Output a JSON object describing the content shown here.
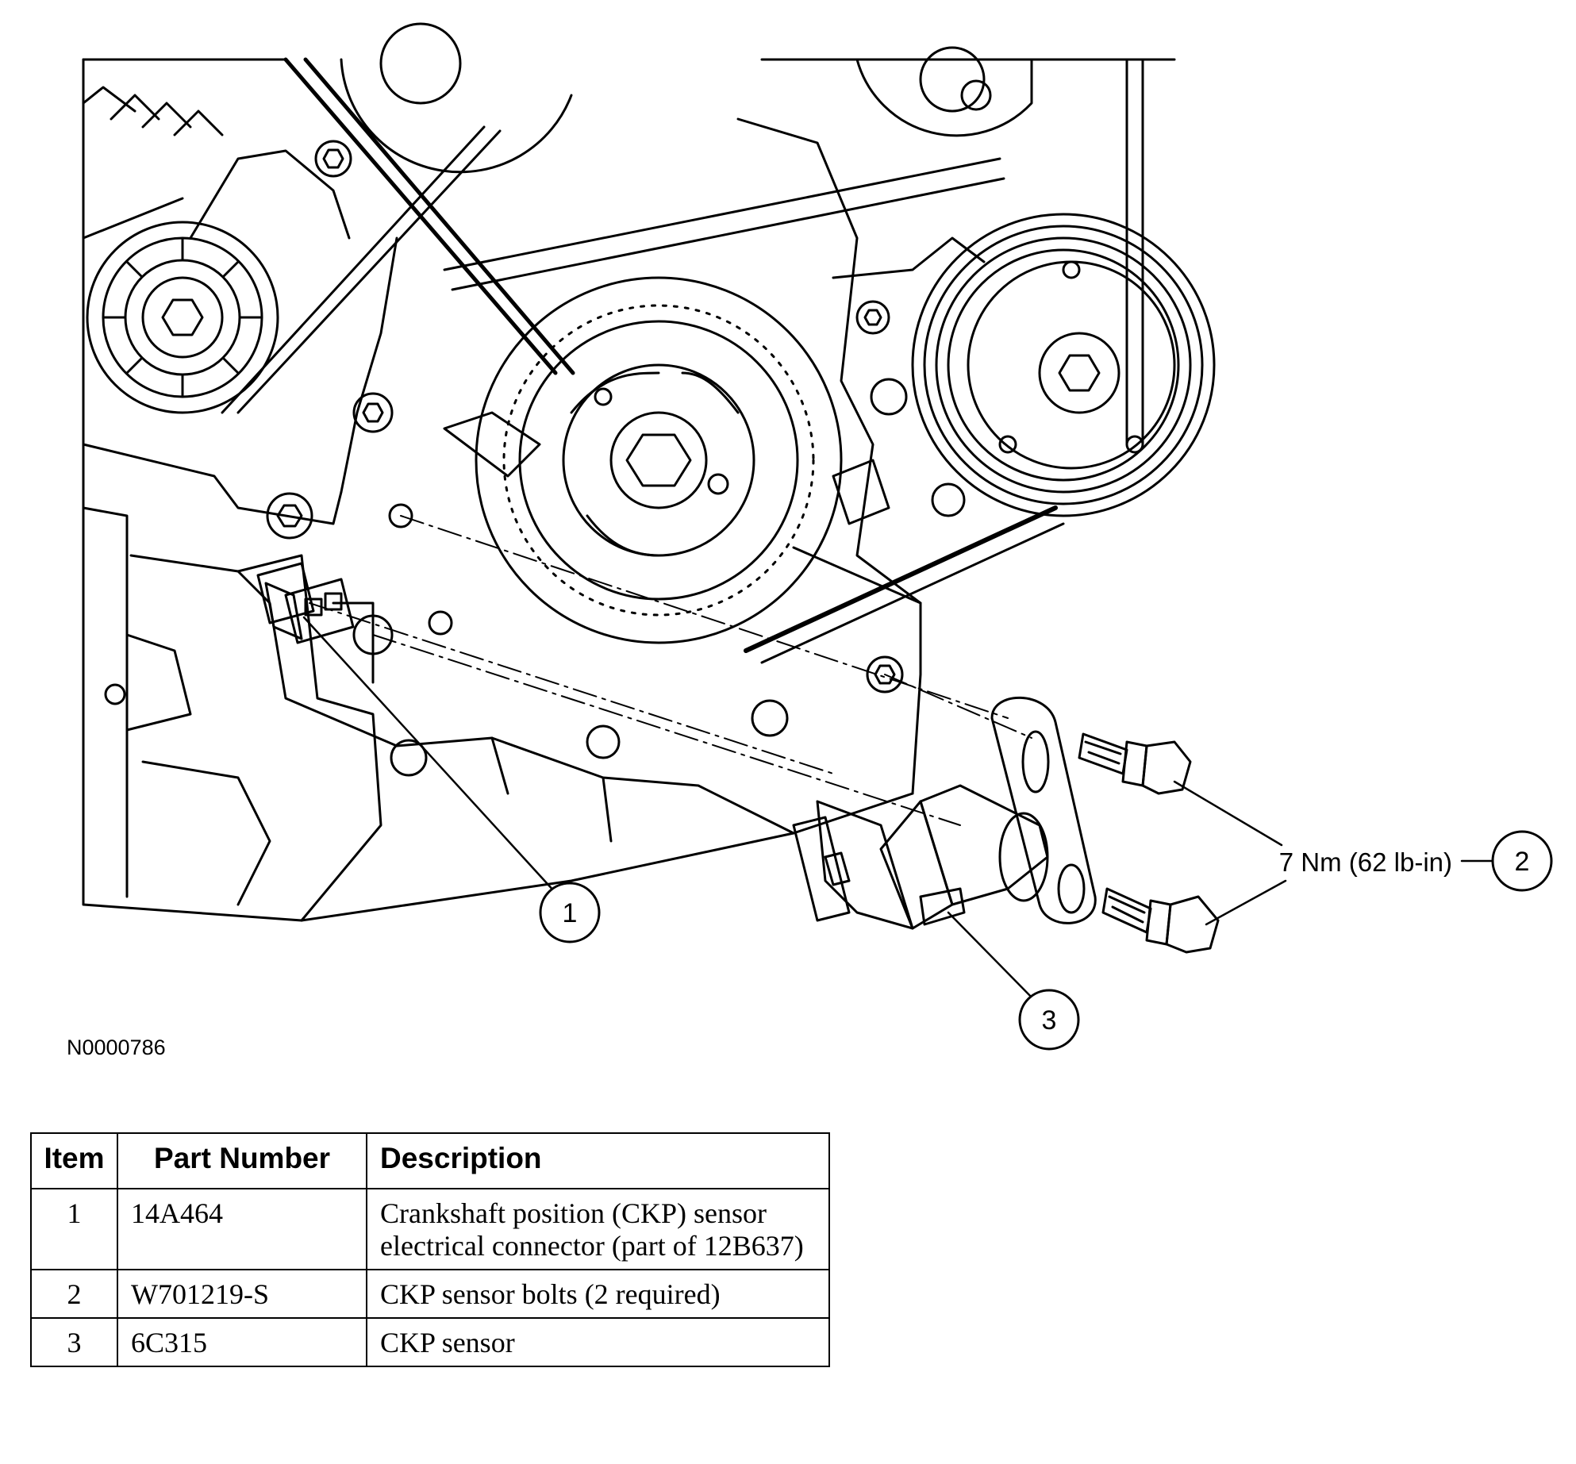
{
  "diagram": {
    "callouts": [
      {
        "id": "1",
        "label": "1"
      },
      {
        "id": "2",
        "label": "2"
      },
      {
        "id": "3",
        "label": "3"
      }
    ],
    "torque_spec": "7 Nm (62 lb-in)",
    "figure_id": "N0000786"
  },
  "table": {
    "headers": {
      "item": "Item",
      "part_number": "Part Number",
      "description": "Description"
    },
    "rows": [
      {
        "item": "1",
        "part_number": "14A464",
        "description": "Crankshaft position (CKP) sensor electrical connector (part of 12B637)"
      },
      {
        "item": "2",
        "part_number": "W701219-S",
        "description": "CKP sensor bolts (2 required)"
      },
      {
        "item": "3",
        "part_number": "6C315",
        "description": "CKP sensor"
      }
    ]
  }
}
